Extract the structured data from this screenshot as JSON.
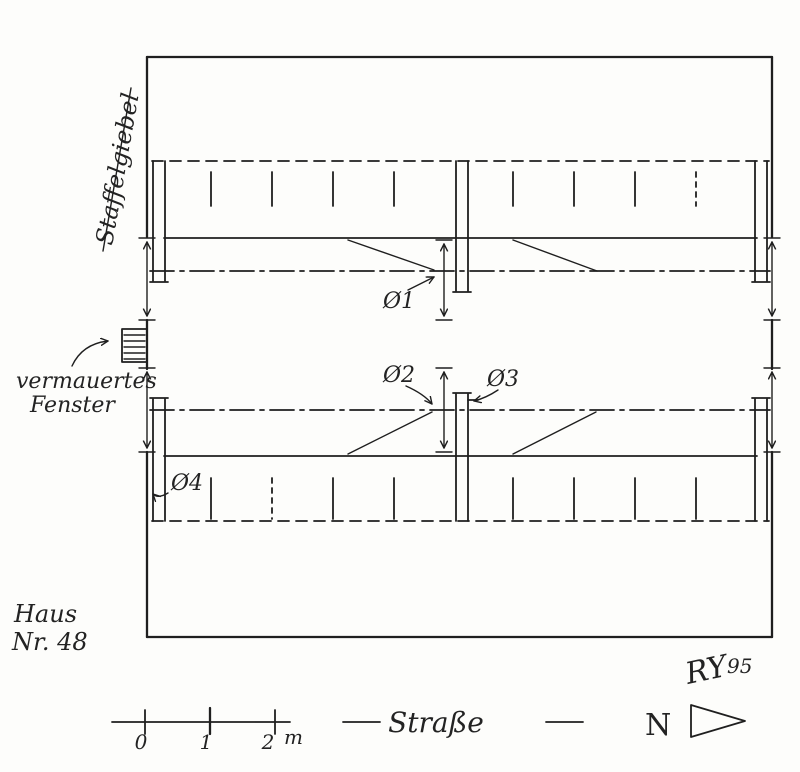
{
  "plan_title": {
    "line1": "Haus",
    "line2": "Nr. 48"
  },
  "labels": {
    "gable": "Staffelgiebel",
    "bricked_window_1": "vermauertes",
    "bricked_window_2": "Fenster",
    "opening_1": "Ø1",
    "opening_2": "Ø2",
    "opening_3": "Ø3",
    "opening_4": "Ø4",
    "street": "Straße",
    "north": "N"
  },
  "scale_bar": {
    "ticks": [
      "0",
      "1",
      "2"
    ],
    "unit": "m"
  },
  "signature": {
    "initials": "RY",
    "year": "95"
  },
  "colors": {
    "ink": "#1f1f1f",
    "paper": "#fdfdfb"
  }
}
